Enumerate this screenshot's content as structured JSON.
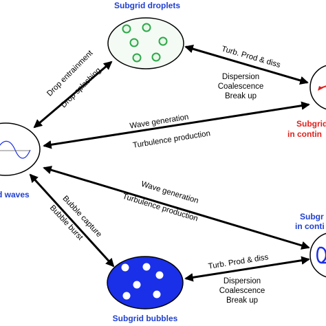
{
  "nodes": {
    "droplets": {
      "label": "Subgrid droplets"
    },
    "bubbles": {
      "label": "Subgrid bubbles"
    },
    "waves": {
      "label": "d waves"
    },
    "right_top": {
      "line1": "Subgrid",
      "line2": "in contin"
    },
    "right_bottom": {
      "line1": "Subgr",
      "line2": "in conti"
    }
  },
  "edges": {
    "drop_entrainment": "Drop entrainment",
    "drop_splashing": "Drop splashing",
    "bubble_capture": "Bubble capture",
    "bubble_burst": "Bubble burst",
    "top_right": {
      "line1": "Turb. Prod & diss",
      "line2": "Dispersion",
      "line3": "Coalescence",
      "line4": "Break up"
    },
    "bottom_right": {
      "line1": "Turb. Prod & diss",
      "line2": "Dispersion",
      "line3": "Coalescence",
      "line4": "Break up"
    },
    "upper_long": {
      "line1": "Wave generation",
      "line2": "Turbulence production"
    },
    "lower_long": {
      "line1": "Wave generation",
      "line2": "Turbulence production"
    }
  },
  "colors": {
    "node_title": "#1f3fd1",
    "continuum_title": "#e0201c",
    "bubbles_fill": "#1a2fe8",
    "droplets_dot": "#2ea84a",
    "droplets_fill": "#f4fbf4"
  }
}
